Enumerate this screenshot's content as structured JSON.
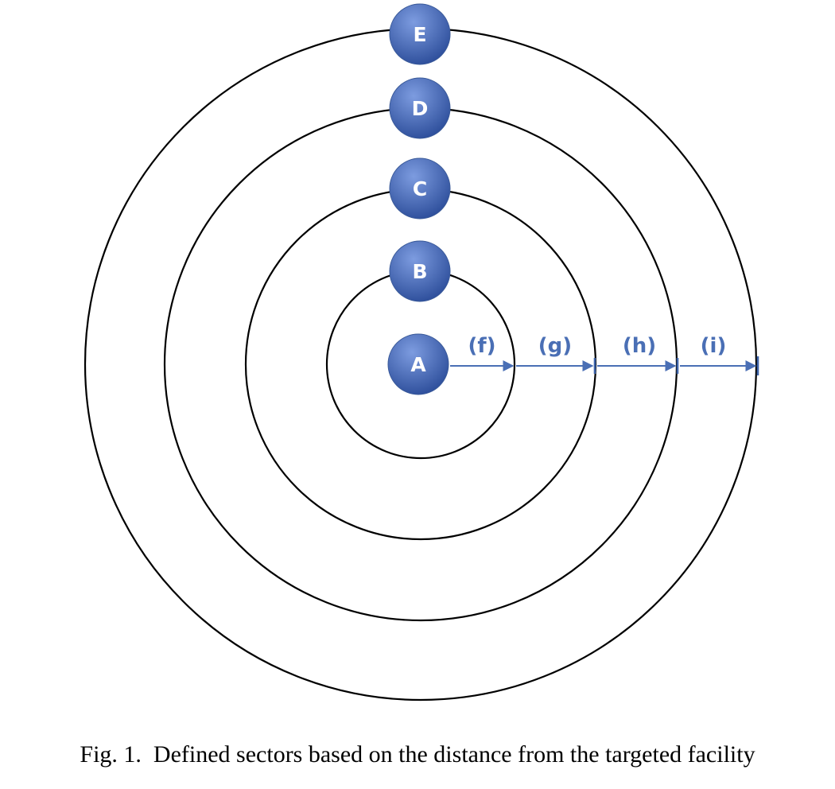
{
  "diagram": {
    "sectors": [
      {
        "label": "A"
      },
      {
        "label": "B"
      },
      {
        "label": "C"
      },
      {
        "label": "D"
      },
      {
        "label": "E"
      }
    ],
    "distances": [
      {
        "label": "(f)"
      },
      {
        "label": "(g)"
      },
      {
        "label": "(h)"
      },
      {
        "label": "(i)"
      }
    ],
    "colors": {
      "node_fill_top": "#6f8fd6",
      "node_fill_bottom": "#2e4f9c",
      "arrow": "#4a6fb5",
      "ring": "#000000"
    }
  },
  "caption": "Fig. 1.  Defined sectors based on the distance from the targeted facility"
}
